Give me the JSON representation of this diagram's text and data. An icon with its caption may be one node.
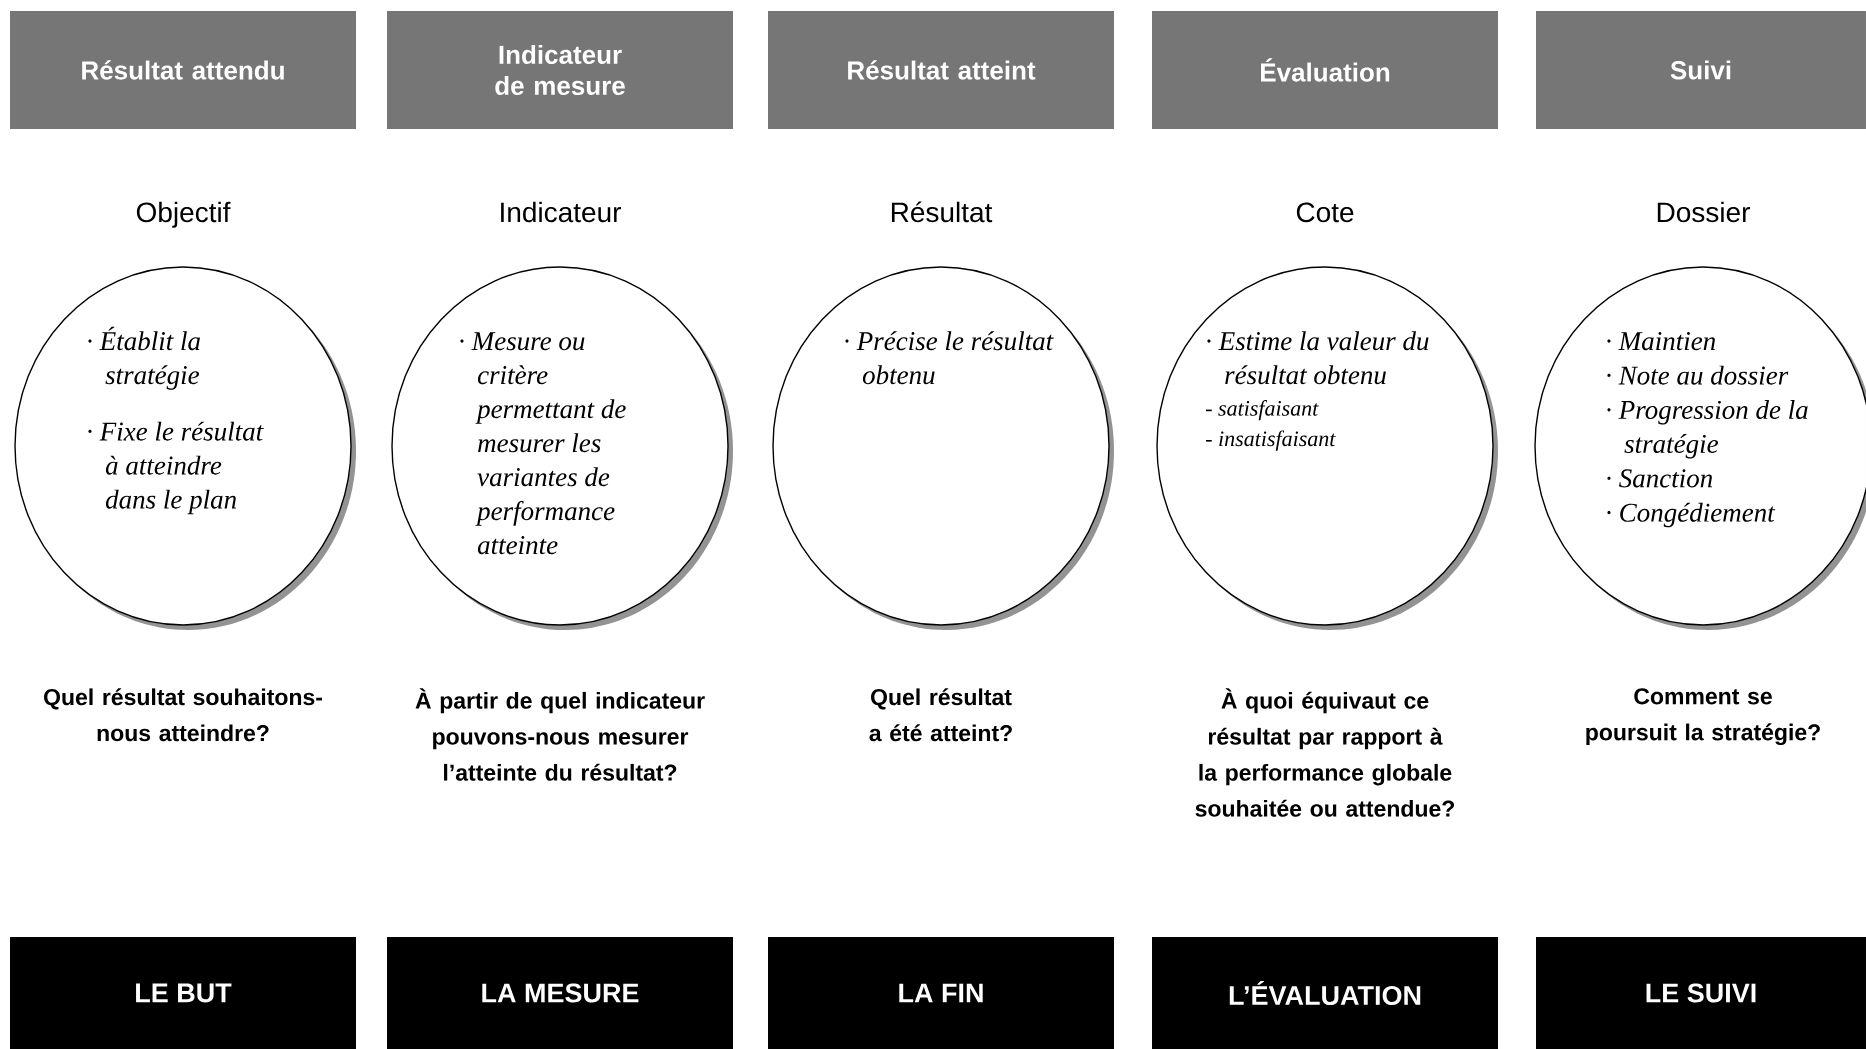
{
  "diagram": {
    "nodes": [
      {
        "text": [
          "Résultat attendu"
        ]
      },
      {
        "text": [
          "Indicateur de mesure"
        ]
      },
      {
        "text": [
          "Résultat atteint"
        ]
      },
      {
        "text": [
          "Évaluation"
        ]
      },
      {
        "text": [
          "Suivi"
        ]
      },
      {
        "text": [
          "Objectif",
          "· Établit la stratégie",
          "· Fixe le résultat à atteindre dans le plan"
        ]
      },
      {
        "text": [
          "Indicateur",
          "· Mesure ou critère permettant de mesurer les variantes de performance atteinte"
        ]
      },
      {
        "text": [
          "Résultat",
          "· Précise le résultat obtenu"
        ]
      },
      {
        "text": [
          "Cote",
          "· Estime la valeur du résultat obtenu",
          "- satisfaisant",
          "- insatisfaisant"
        ]
      },
      {
        "text": [
          "Dossier",
          "· Maintien",
          "· Note au dossier",
          "· Progression de la stratégie",
          "· Sanction",
          "· Congédiement"
        ]
      },
      {
        "text": [
          "LE BUT"
        ]
      },
      {
        "text": [
          "LA MESURE"
        ]
      },
      {
        "text": [
          "LA FIN"
        ]
      },
      {
        "text": [
          "L’ÉVALUATION"
        ]
      },
      {
        "text": [
          "LE SUIVI"
        ]
      }
    ],
    "edges": [],
    "labels": [
      "Quel résultat souhaitons-nous atteindre?",
      "À partir de quel indicateur pouvons-nous mesurer l’atteinte du résultat?",
      "Quel résultat a été atteint?",
      "À quoi équivaut ce résultat par rapport à la performance globale souhaitée ou attendue?",
      "Comment se poursuit la stratégie?"
    ]
  }
}
